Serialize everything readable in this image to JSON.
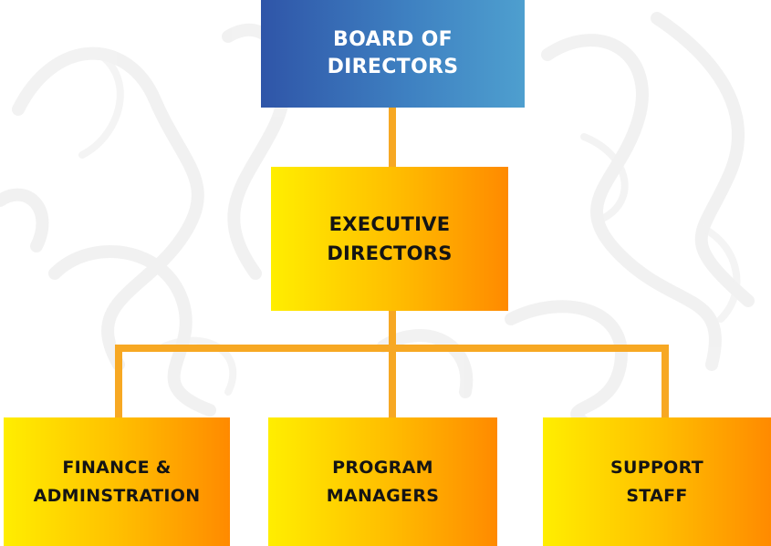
{
  "nodes": {
    "board": {
      "line1": "BOARD OF",
      "line2": "DIRECTORS"
    },
    "executive": {
      "line1": "EXECUTIVE",
      "line2": "DIRECTORS"
    },
    "finance": {
      "line1": "FINANCE &",
      "line2": "ADMINSTRATION"
    },
    "program": {
      "line1": "PROGRAM",
      "line2": "MANAGERS"
    },
    "support": {
      "line1": "SUPPORT",
      "line2": "STAFF"
    }
  },
  "colors": {
    "board_gradient": [
      "#2f55a8",
      "#4e9fcf"
    ],
    "node_gradient": [
      "#ffee00",
      "#ff8a00"
    ],
    "connector": "#f7a823",
    "board_text": "#ffffff",
    "node_text": "#141414"
  }
}
